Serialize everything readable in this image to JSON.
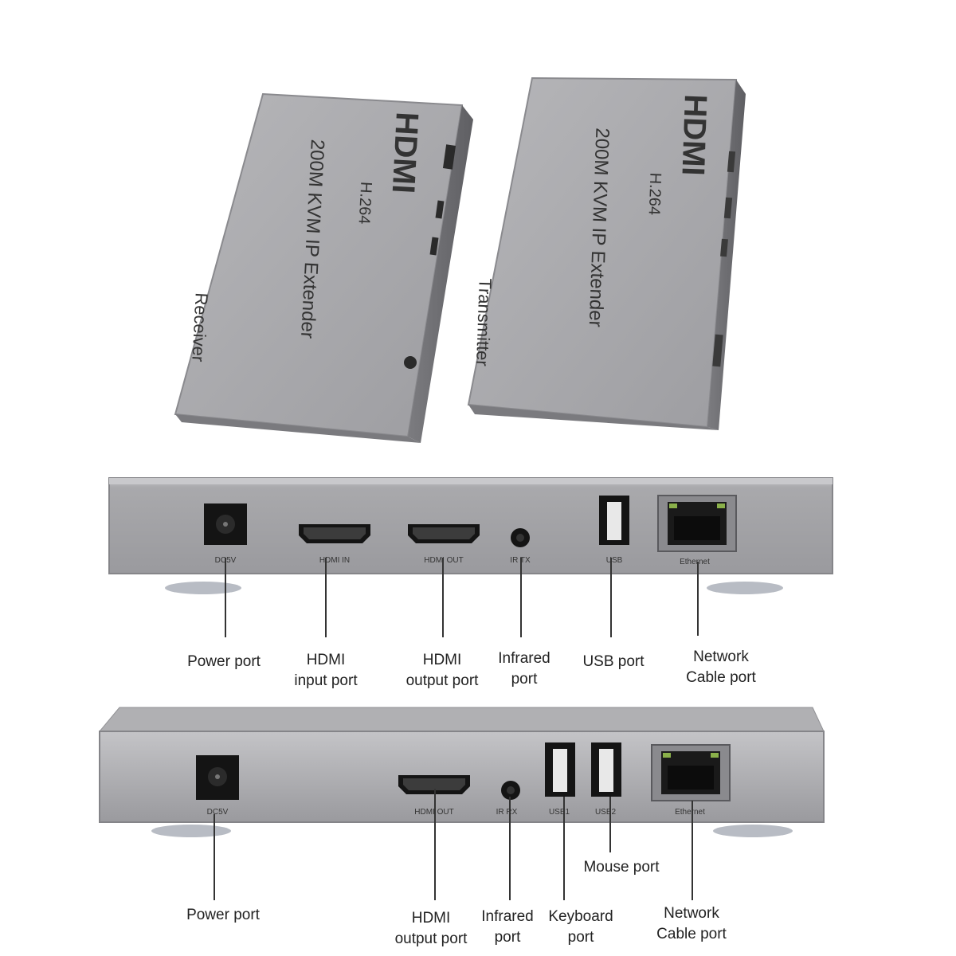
{
  "top_units": {
    "receiver": {
      "brand": "HDMI",
      "codec": "H.264",
      "model": "200M KVM IP Extender",
      "role": "Receiver"
    },
    "transmitter": {
      "brand": "HDMI",
      "codec": "H.264",
      "model": "200M KVM IP Extender",
      "role": "Transmitter"
    }
  },
  "panel1": {
    "ports": {
      "dc": "DC5V",
      "hdmi_in": "HDMI IN",
      "hdmi_out": "HDMI OUT",
      "ir": "IR TX",
      "usb": "USB",
      "eth": "Ethernet"
    },
    "callouts": {
      "power": "Power port",
      "hdmi_in_1": "HDMI",
      "hdmi_in_2": "input port",
      "hdmi_out_1": "HDMI",
      "hdmi_out_2": "output port",
      "ir_1": "Infrared",
      "ir_2": "port",
      "usb": "USB port",
      "net_1": "Network",
      "net_2": "Cable port"
    }
  },
  "panel2": {
    "ports": {
      "dc": "DC5V",
      "hdmi_out": "HDMI OUT",
      "ir": "IR RX",
      "usb1": "USB1",
      "usb2": "USB2",
      "eth": "Ethernet"
    },
    "callouts": {
      "power": "Power port",
      "hdmi_out_1": "HDMI",
      "hdmi_out_2": "output port",
      "ir_1": "Infrared",
      "ir_2": "port",
      "keyboard_1": "Keyboard",
      "keyboard_2": "port",
      "mouse": "Mouse port",
      "net_1": "Network",
      "net_2": "Cable port"
    }
  },
  "colors": {
    "body": "#a3a3a6",
    "body_dark": "#8c8c90",
    "panel_face": "#aeaeb1",
    "port_black": "#141414",
    "text": "#222222"
  }
}
